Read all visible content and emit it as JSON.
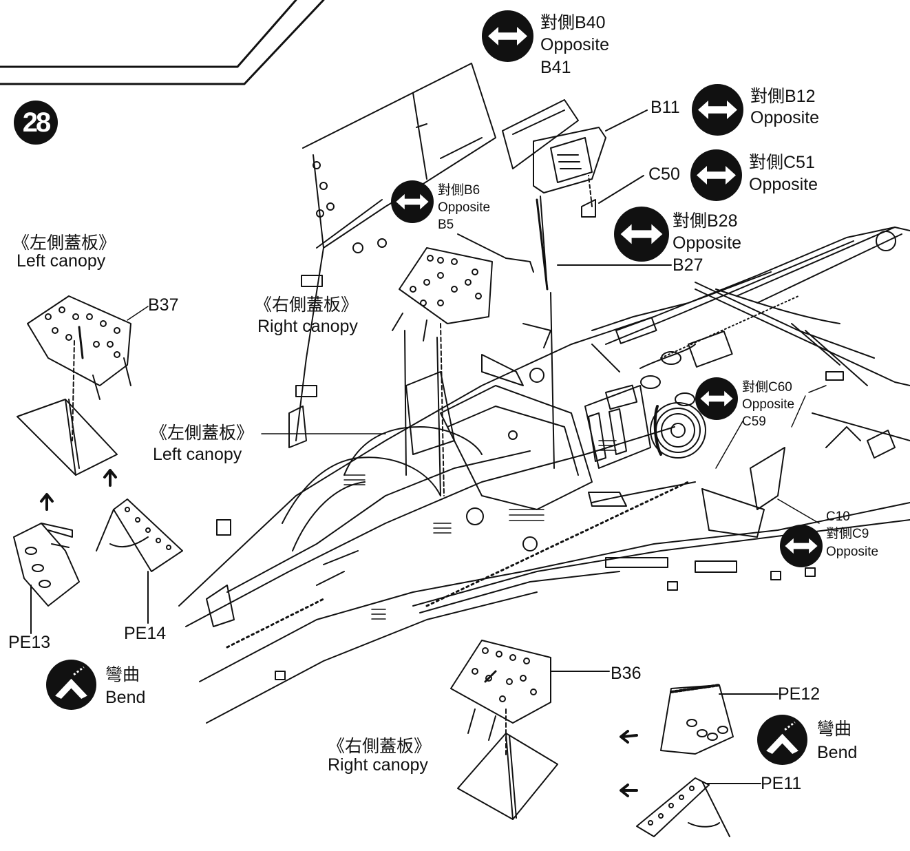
{
  "step": {
    "number": "28"
  },
  "icons": {
    "opposite": "double-arrow-icon",
    "bend": "bend-chevron-icon"
  },
  "labels": {
    "b40_opp": "對側B40",
    "b40_opposite": "Opposite",
    "b41": "B41",
    "b11": "B11",
    "b12_opp": "對側B12",
    "b12_opposite": "Opposite",
    "c50": "C50",
    "c51_opp": "對側C51",
    "c51_opposite": "Opposite",
    "b6_opp": "對側B6",
    "b6_opposite": "Opposite",
    "b5": "B5",
    "b28_opp": "對側B28",
    "b28_opposite": "Opposite",
    "b27": "B27",
    "left_canopy_cn_1": "《左側蓋板》",
    "left_canopy_en_1": "Left canopy",
    "b37": "B37",
    "right_canopy_cn_1": "《右側蓋板》",
    "right_canopy_en_1": "Right canopy",
    "left_canopy_cn_2": "《左側蓋板》",
    "left_canopy_en_2": "Left canopy",
    "c60_opp": "對側C60",
    "c60_opposite": "Opposite",
    "c59": "C59",
    "c10": "C10",
    "c9_opp": "對側C9",
    "c9_opposite": "Opposite",
    "pe13": "PE13",
    "pe14": "PE14",
    "bend_cn_1": "彎曲",
    "bend_en_1": "Bend",
    "b36": "B36",
    "pe12": "PE12",
    "bend_cn_2": "彎曲",
    "bend_en_2": "Bend",
    "right_canopy_cn_2": "《右側蓋板》",
    "right_canopy_en_2": "Right canopy",
    "pe11": "PE11"
  }
}
